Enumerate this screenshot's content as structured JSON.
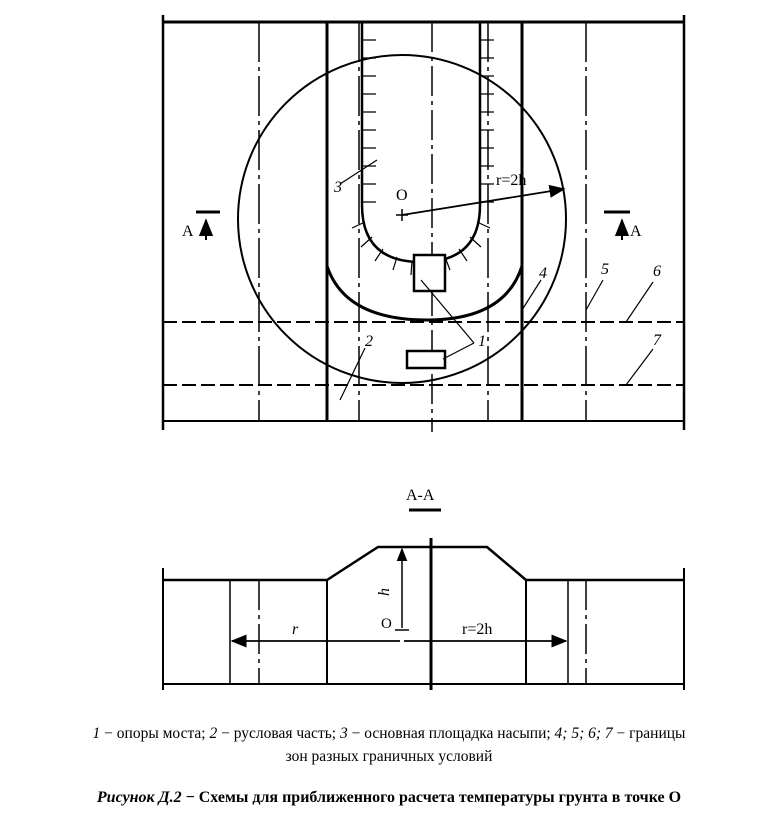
{
  "plan": {
    "label_O": "O",
    "label_radius": "r=2h",
    "label_3": "3",
    "label_2": "2",
    "label_1": "1",
    "label_4": "4",
    "label_5": "5",
    "label_6": "6",
    "label_7": "7",
    "section_left": "A",
    "section_right": "A"
  },
  "section": {
    "title": "A-A",
    "label_h": "h",
    "label_O": "O",
    "label_r": "r",
    "label_r2h": "r=2h"
  },
  "legend": {
    "n1": "1",
    "t1": " − опоры моста; ",
    "n2": "2",
    "t2": " − русловая часть; ",
    "n3": "3",
    "t3": " − основная площадка насыпи; ",
    "n4567": "4; 5; 6; 7",
    "t4": " − границы",
    "line2": "зон разных граничных условий"
  },
  "figure_caption": {
    "label": "Рисунок Д.2",
    "text": " − Схемы для приближенного расчета температуры грунта в точке О"
  }
}
